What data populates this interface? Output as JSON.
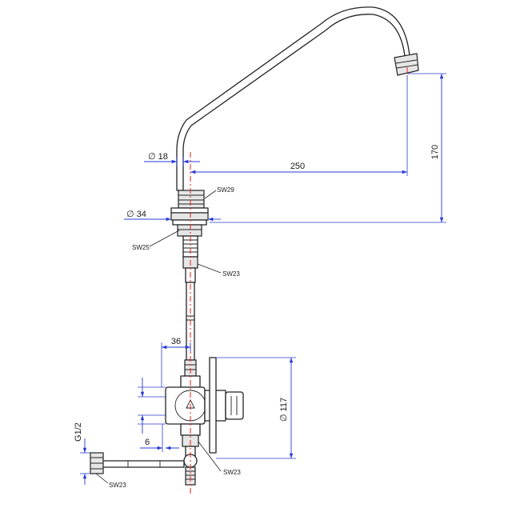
{
  "dimensions": {
    "diam_18": "∅ 18",
    "diam_34": "∅ 34",
    "len_250": "250",
    "len_170": "170",
    "len_36": "36",
    "diam_117": "∅ 117",
    "len_6": "6",
    "thread_g12": "G1/2"
  },
  "labels": {
    "sw29": "SW29",
    "sw25": "SW25",
    "sw23_upper": "SW23",
    "sw23_valve": "SW23",
    "sw23_hose": "SW23"
  },
  "colors": {
    "dimension": "#2a3bd6",
    "centerline": "#e2231a",
    "outline": "#222222"
  }
}
